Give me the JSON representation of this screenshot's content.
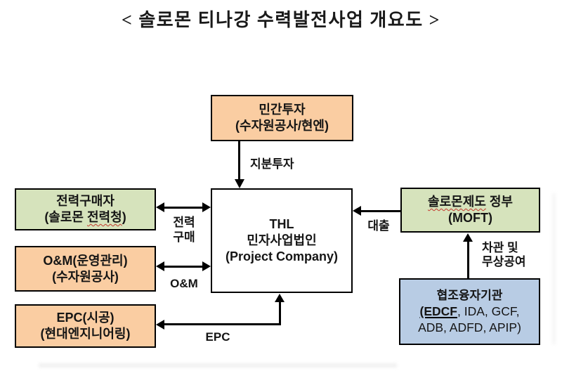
{
  "title": "< 솔로몬 티나강 수력발전사업 개요도 >",
  "colors": {
    "peach": "#FACDA2",
    "green": "#D6E3BC",
    "blue": "#B8CCE4",
    "wavy_red": "#C43A2E"
  },
  "boxes": {
    "private_investment": {
      "line1": "민간투자",
      "line2": "(수자원공사/현엔)"
    },
    "thl": {
      "line1": "THL",
      "line2": "민자사업법인",
      "line3": "(Project Company)"
    },
    "power_buyer": {
      "line1": "전력구매자",
      "line2_open": "(솔로몬 ",
      "line2_wavy": "전력청",
      "line2_close": ")"
    },
    "om": {
      "line1": "O&M(운영관리)",
      "line2": "(수자원공사)"
    },
    "epc": {
      "line1": "EPC(시공)",
      "line2": "(현대엔지니어링)"
    },
    "government": {
      "line1_wavy": "솔로몬제도",
      "line1_rest": " 정부",
      "line2": "(MOFT)"
    },
    "cofinance": {
      "line1": "협조융자기관",
      "line2_underlined": "(EDCF",
      "line2_rest": ", IDA, GCF,",
      "line3": "ADB, ADFD, APIP)"
    }
  },
  "edge_labels": {
    "equity": "지분투자",
    "power_line1": "전력",
    "power_line2": "구매",
    "om": "O&M",
    "loan": "대출",
    "epc": "EPC",
    "grant_line1": "차관 및",
    "grant_line2": "무상공여"
  }
}
